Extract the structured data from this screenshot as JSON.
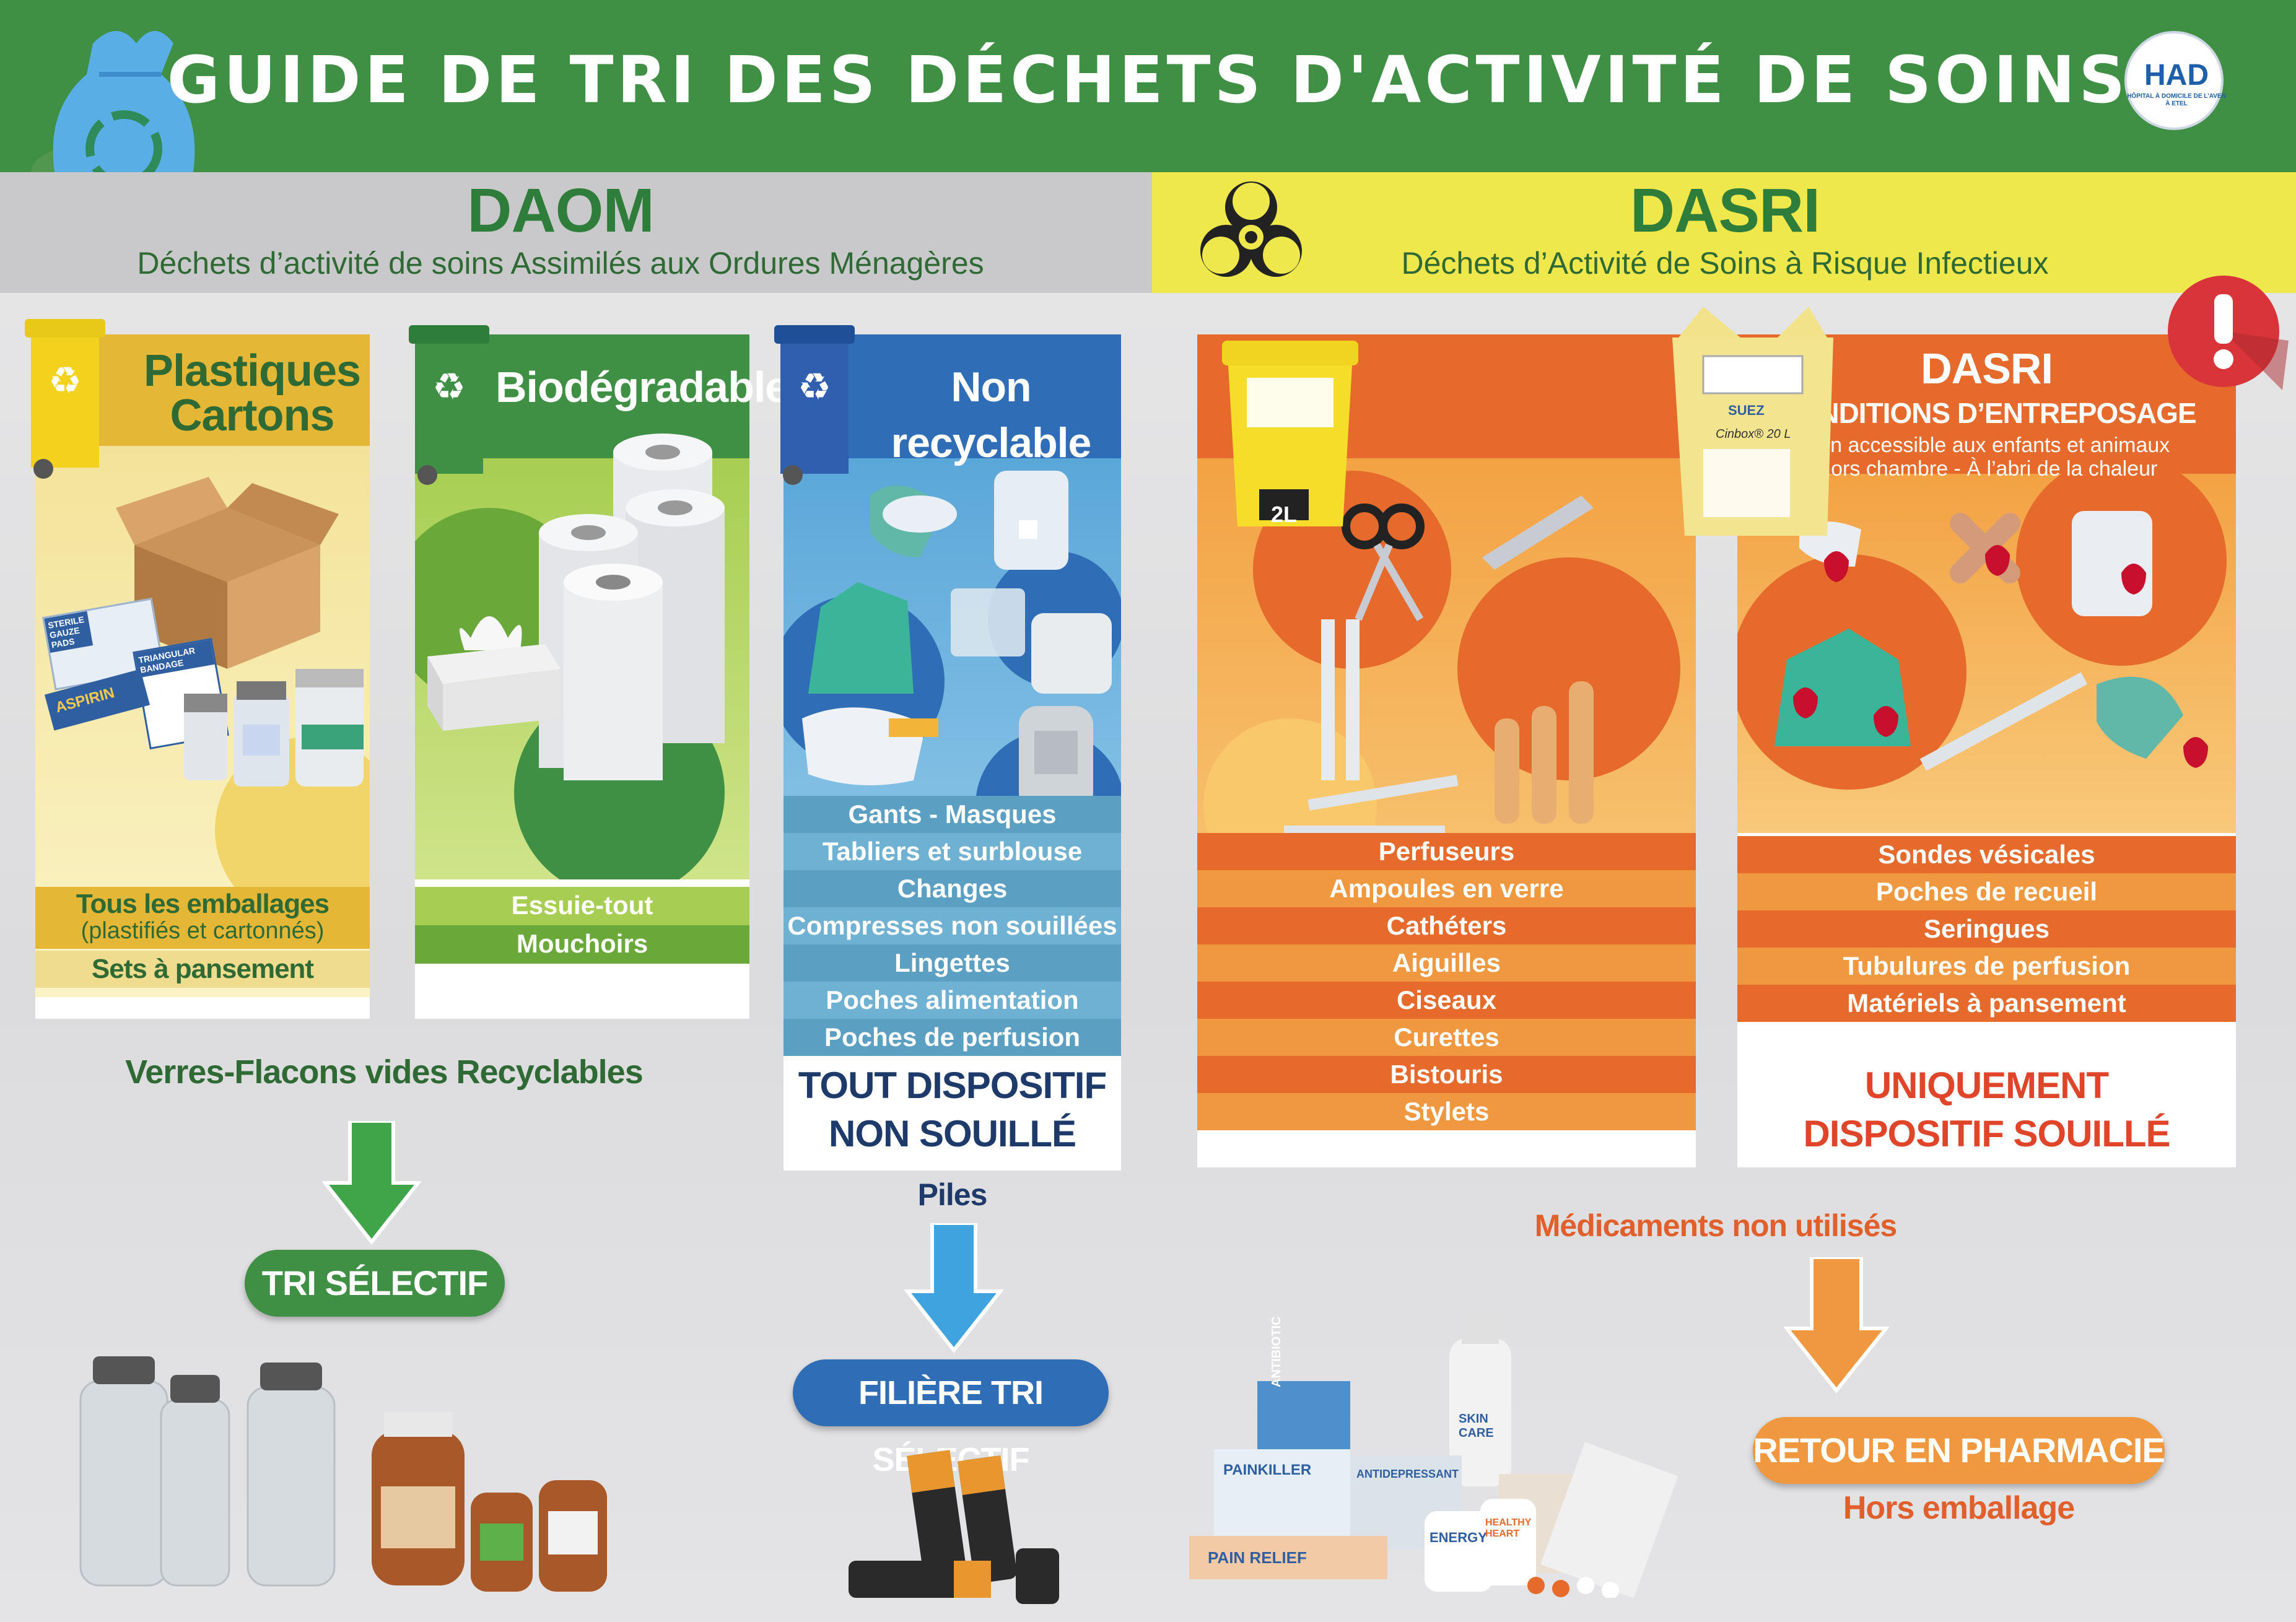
{
  "header": {
    "title": "GUIDE DE TRI DES DÉCHETS D'ACTIVITÉ DE SOINS",
    "logo_text": "HAD",
    "logo_sub": "HÔPITAL À DOMICILE DE L'AVEN À ETEL"
  },
  "daom": {
    "title": "DAOM",
    "subtitle": "Déchets d’activité de soins Assimilés aux Ordures Ménagères"
  },
  "dasri": {
    "title": "DASRI",
    "subtitle": "Déchets d’Activité de Soins à Risque Infectieux"
  },
  "panels": {
    "plastiques": {
      "title_line1": "Plastiques",
      "title_line2": "Cartons",
      "item1": "Tous les emballages",
      "item1_sub": "(plastifiés et cartonnés)",
      "item2": "Sets à pansement",
      "box_label1": "STERILE GAUZE PADS",
      "box_label2": "TRIANGULAR BANDAGE",
      "box_label3": "ASPIRIN"
    },
    "biodegradable": {
      "title": "Biodégradable",
      "items": [
        "Essuie-tout",
        "Mouchoirs"
      ]
    },
    "non_recyclable": {
      "title": "Non recyclable",
      "items": [
        "Gants - Masques",
        "Tabliers et surblouse",
        "Changes",
        "Compresses non souillées",
        "Lingettes",
        "Poches alimentation",
        "Poches de perfusion"
      ],
      "bottom_line1": "TOUT DISPOSITIF",
      "bottom_line2": "NON SOUILLÉ"
    },
    "dasri_sharps": {
      "items": [
        "Perfuseurs",
        "Ampoules en verre",
        "Cathéters",
        "Aiguilles",
        "Ciseaux",
        "Curettes",
        "Bistouris",
        "Stylets"
      ],
      "container_label": "2L"
    },
    "dasri_storage": {
      "title": "DASRI",
      "subtitle": "CONDITIONS D’ENTREPOSAGE",
      "line1": "Non accessible aux enfants et animaux",
      "line2": "Hors chambre - À l’abri de la chaleur",
      "items": [
        "Sondes vésicales",
        "Poches de recueil",
        "Seringues",
        "Tubulures de perfusion",
        "Matériels à pansement"
      ],
      "bottom_line1": "UNIQUEMENT",
      "bottom_line2": "DISPOSITIF SOUILLÉ",
      "box_brand": "SUEZ",
      "box_name": "Cinbox® 20 L"
    }
  },
  "bottom": {
    "verres_label": "Verres-Flacons vides Recyclables",
    "tri_button": "TRI SÉLECTIF",
    "piles_label": "Piles",
    "filiere_button": "FILIÈRE TRI SÉLECTIF",
    "medicaments_label": "Médicaments non utilisés",
    "retour_button": "RETOUR EN PHARMACIE",
    "hors_emballage": "Hors emballage",
    "med_labels": [
      "ANTIBIOTIC",
      "SKIN CARE",
      "PAINKILLER",
      "ANTIDEPRESSANT",
      "PAIN RELIEF",
      "ENERGY",
      "HEALTHY HEART"
    ]
  },
  "colors": {
    "header_green": "#3f8f45",
    "daom_band": "#c9c9cb",
    "dasri_band": "#efe84d",
    "plastic_yellow": "#e4b736",
    "bio_green": "#3f8f45",
    "nonrec_blue": "#2f6eb6",
    "dasri_orange": "#e56a2c"
  }
}
